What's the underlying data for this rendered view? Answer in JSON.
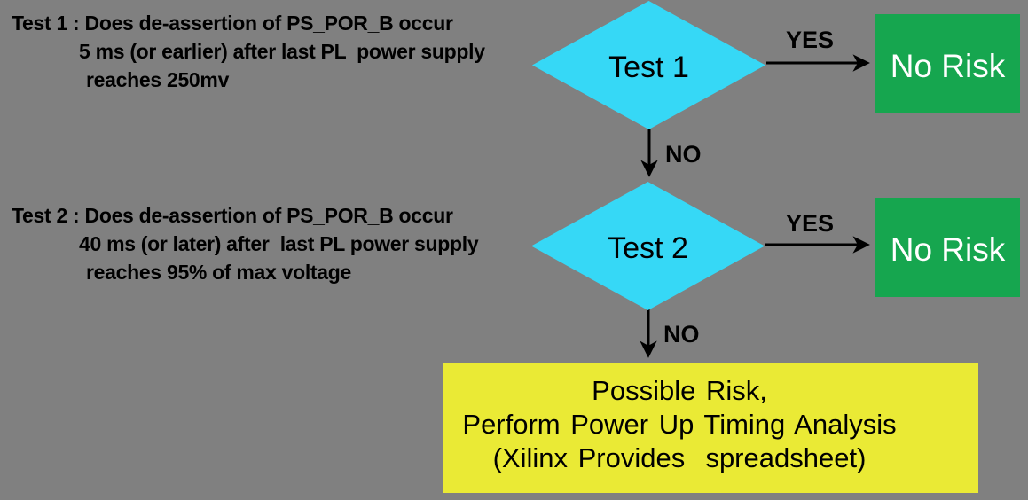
{
  "colors": {
    "background": "#808080",
    "decision_fill": "#36D8F6",
    "no_risk_fill": "#16A64F",
    "no_risk_text": "#FFFFFF",
    "possible_risk_fill": "#EAEA35",
    "arrow": "#000000",
    "text": "#000000"
  },
  "notes": {
    "test1": {
      "lines": [
        "Test 1 : Does de-assertion of PS_POR_B occur",
        "5 ms (or earlier) after last PL  power supply",
        "reaches 250mv"
      ]
    },
    "test2": {
      "lines": [
        "Test 2 : Does de-assertion of PS_POR_B occur",
        "40 ms (or later) after  last PL power supply",
        "reaches 95% of max voltage"
      ]
    }
  },
  "nodes": {
    "test1": {
      "label": "Test 1",
      "type": "decision"
    },
    "test2": {
      "label": "Test 2",
      "type": "decision"
    },
    "no_risk_1": {
      "label": "No Risk",
      "type": "result"
    },
    "no_risk_2": {
      "label": "No Risk",
      "type": "result"
    },
    "possible_risk": {
      "type": "result",
      "lines": [
        "Possible Risk,",
        "Perform Power Up Timing Analysis",
        "(Xilinx Provides  spreadsheet)"
      ]
    }
  },
  "edges": {
    "test1_yes": {
      "label": "YES",
      "from": "test1",
      "to": "no_risk_1"
    },
    "test1_no": {
      "label": "NO",
      "from": "test1",
      "to": "test2"
    },
    "test2_yes": {
      "label": "YES",
      "from": "test2",
      "to": "no_risk_2"
    },
    "test2_no": {
      "label": "NO",
      "from": "test2",
      "to": "possible_risk"
    }
  }
}
